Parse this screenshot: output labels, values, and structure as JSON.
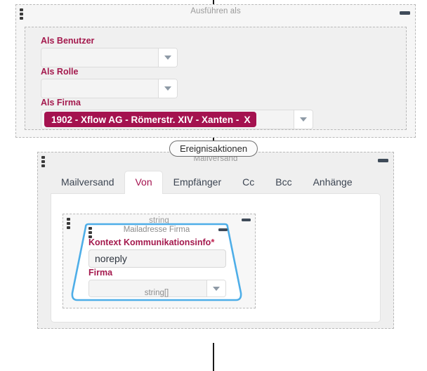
{
  "connectors": {
    "top_arrow": "down-arrow",
    "lines": 3
  },
  "outer_panel": {
    "title": "Ausführen als",
    "minimize_label": "—",
    "form": {
      "fields": [
        {
          "label": "Als Benutzer",
          "type": "select",
          "value": ""
        },
        {
          "label": "Als Rolle",
          "type": "select",
          "value": ""
        },
        {
          "label": "Als Firma",
          "type": "tag-select",
          "tag": "1902 - Xflow AG - Römerstr. XIV - Xanten - ",
          "tag_close": "X",
          "value": ""
        }
      ]
    }
  },
  "badge": {
    "label": "Ereignisaktionen"
  },
  "mail_panel": {
    "title": "Mailversand",
    "minimize_label": "—",
    "tabs": [
      {
        "label": "Mailversand",
        "active": false
      },
      {
        "label": "Von",
        "active": true
      },
      {
        "label": "Empfänger",
        "active": false
      },
      {
        "label": "Cc",
        "active": false
      },
      {
        "label": "Bcc",
        "active": false
      },
      {
        "label": "Anhänge",
        "active": false
      }
    ]
  },
  "string_block": {
    "type_label": "string",
    "minimize_label": "—"
  },
  "mailadresse_block": {
    "title": "Mailadresse Firma",
    "minimize_label": "—",
    "bottom_type_label": "string[]",
    "fields": [
      {
        "label": "Kontext Kommunikationsinfo",
        "required": "*",
        "type": "text",
        "value": "noreply"
      },
      {
        "label": "Firma",
        "required": "",
        "type": "select",
        "value": ""
      }
    ]
  },
  "colors": {
    "accent": "#a4124f",
    "label": "#a4194d",
    "highlight_blue": "#4eaee8",
    "muted": "#9a9a9a",
    "panel_bg": "#f6f6f6",
    "inner_bg": "#efefef"
  }
}
